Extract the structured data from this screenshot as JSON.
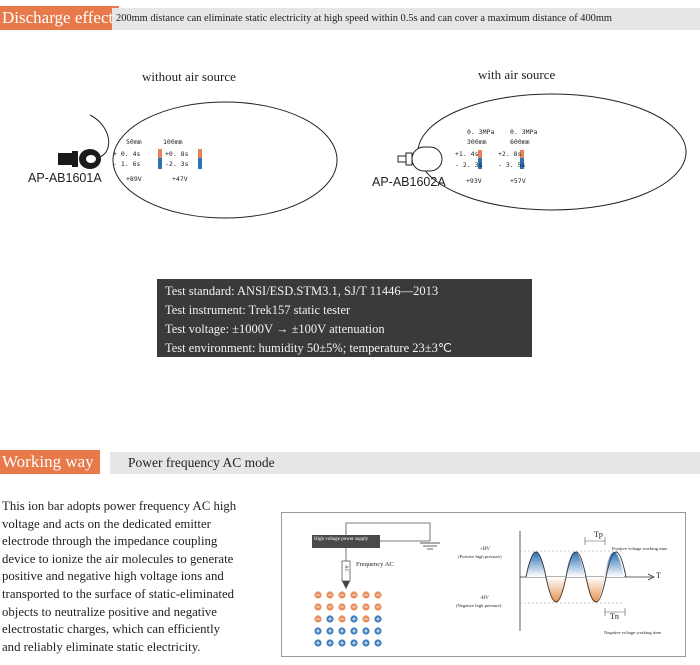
{
  "discharge": {
    "header_label": "Discharge effect",
    "header_text": "200mm distance can eliminate static electricity at high speed within 0.5s and can cover a maximum distance of 400mm",
    "without": {
      "title": "without air source",
      "model": "AP-AB1601A",
      "distances": [
        "50mm",
        "100mm"
      ],
      "pos_times": [
        "+ 0. 4s",
        "+0. 8s"
      ],
      "neg_times": [
        "- 1. 6s",
        "-2. 3s"
      ],
      "voltages": [
        "+89V",
        "+47V"
      ]
    },
    "with": {
      "title": "with air source",
      "model": "AP-AB1602A",
      "pressures": [
        "0. 3MPa",
        "0. 3MPa"
      ],
      "distances": [
        "300mm",
        "600mm"
      ],
      "pos_times": [
        "+1. 4s",
        "+2. 8s"
      ],
      "neg_times": [
        "- 2. 3s",
        "- 3. 5s"
      ],
      "voltages": [
        "+93V",
        "+57V"
      ]
    },
    "test_lines": [
      "Test standard: ANSI/ESD.STM3.1, SJ/T 11446—2013",
      "Test instrument: Trek157 static tester",
      "Test voltage: ±1000V → ±100V attenuation",
      "Test environment: humidity 50±5%; temperature 23±3℃"
    ]
  },
  "working": {
    "header_label": "Working way",
    "header_text": "Power frequency AC mode",
    "paragraph": [
      "This ion bar adopts power frequency AC high",
      "voltage and acts on the dedicated emitter",
      "electrode through the impedance coupling",
      "device to ionize the air molecules to generate",
      "positive and negative high voltage ions and",
      "transported to the surface of static-eliminated",
      "objects to neutralize positive and negative",
      "electrostatic charges, which can efficiently",
      "and reliably eliminate static electricity."
    ],
    "diagram": {
      "supply_label": "High voltage power supply",
      "freq_label": "Frequency AC",
      "ac_label": "AC",
      "pos_hv": "+HV",
      "pos_hv_sub": "(Positive high pressure)",
      "neg_hv": "-HV",
      "neg_hv_sub": "(Negative high pressure)",
      "tp": "Tp",
      "tn": "Tn",
      "t": "T",
      "pos_time": "Positive voltage working time",
      "neg_time": "Negative voltage working time"
    }
  },
  "colors": {
    "accent": "#e8794b",
    "ion_orange": "#e8905f",
    "ion_blue": "#3f7fc0",
    "bar_red": "#e9805a",
    "bar_blue": "#2c72b8"
  }
}
